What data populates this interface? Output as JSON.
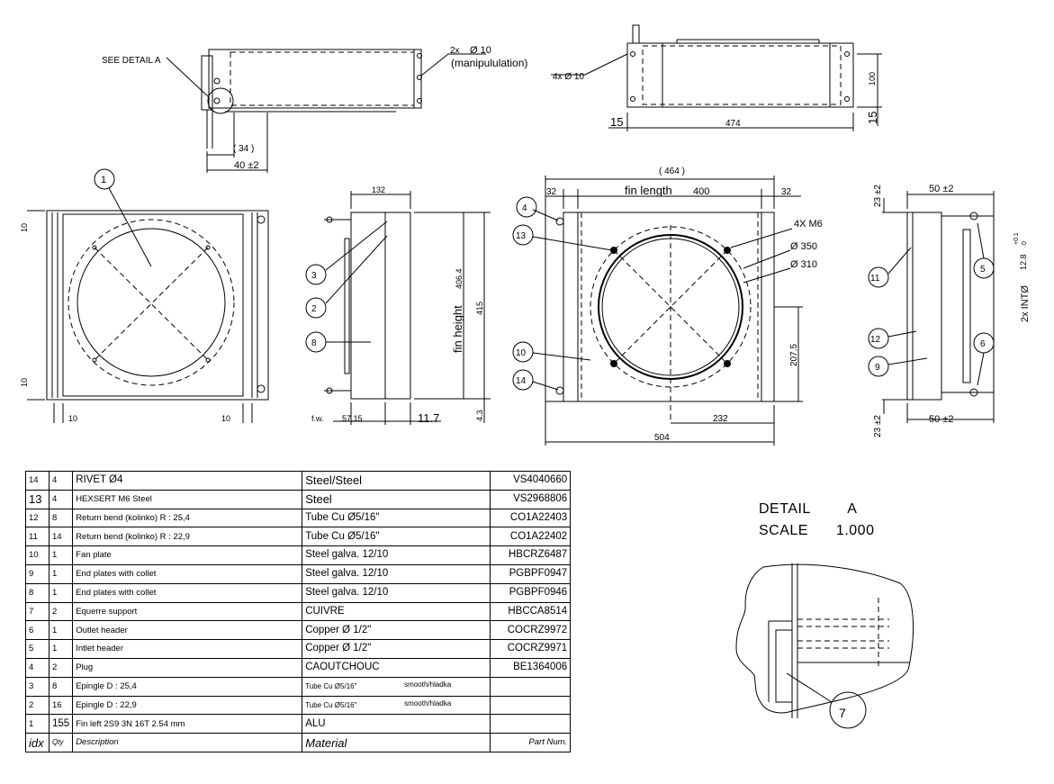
{
  "top_left_view": {
    "see_detail": "SEE DETAIL  A",
    "holes_count": "2x",
    "holes_dia": "Ø 10",
    "holes_note": "(manipululation)",
    "dim_34": "( 34 )",
    "dim_40": "40 ±2"
  },
  "top_right_view": {
    "holes": "4x    Ø 10",
    "dim_15a": "15",
    "dim_474": "474",
    "dim_100": "100",
    "dim_15b": "15"
  },
  "front_view": {
    "dim_10_top": "10",
    "dim_10_bottom": "10",
    "dim_10_left": "10",
    "dim_10_right": "10",
    "callout_1": "1"
  },
  "side_view": {
    "dim_132": "132",
    "fin_height": "fin height",
    "dim_406": "406.4",
    "dim_415": "415",
    "dim_4_3": "4.3",
    "fw": "f.w.",
    "dim_57": "57.15",
    "dim_11_7": "11.7",
    "callouts": [
      "3",
      "2",
      "8"
    ]
  },
  "fan_view": {
    "dim_464": "( 464 )",
    "fin_length": "fin length",
    "dim_400": "400",
    "dim_32a": "32",
    "dim_32b": "32",
    "bolts": "4X   M6",
    "dia_350": "Ø 350",
    "dia_310": "Ø 310",
    "dim_207": "207.5",
    "dim_232": "232",
    "dim_504": "504",
    "callouts": [
      "4",
      "13",
      "10",
      "14"
    ]
  },
  "end_view": {
    "dim_23_top": "23 ±2",
    "dim_50_top": "50 ±2",
    "dim_23_bottom": "23 ±2",
    "dim_50_bottom": "50 ±2",
    "int_label": "2x INTØ",
    "int_value": "12.8",
    "tol_plus": "+0.1",
    "tol_zero": "0",
    "callouts": [
      "11",
      "5",
      "12",
      "9",
      "6"
    ]
  },
  "detail": {
    "title": "DETAIL",
    "letter": "A",
    "scale_label": "SCALE",
    "scale_value": "1.000",
    "callout_7": "7"
  },
  "bom": [
    {
      "idx": "14",
      "qty": "4",
      "desc": "RIVET Ø4",
      "mat": "Steel/Steel",
      "note": "",
      "part": "VS4040660"
    },
    {
      "idx": "13",
      "qty": "4",
      "desc": "HEXSERT M6 Steel",
      "mat": "Steel",
      "note": "",
      "part": "VS2968806"
    },
    {
      "idx": "12",
      "qty": "8",
      "desc": "Return bend (kolinko) R : 25,4",
      "mat": "Tube Cu Ø5/16\"",
      "note": "",
      "part": "CO1A22403"
    },
    {
      "idx": "11",
      "qty": "14",
      "desc": "Return bend (kolinko) R : 22,9",
      "mat": "Tube Cu Ø5/16\"",
      "note": "",
      "part": "CO1A22402"
    },
    {
      "idx": "10",
      "qty": "1",
      "desc": "Fan plate",
      "mat": "Steel galva. 12/10",
      "note": "",
      "part": "HBCRZ6487"
    },
    {
      "idx": "9",
      "qty": "1",
      "desc": "End plates with collet",
      "mat": "Steel galva. 12/10",
      "note": "",
      "part": "PGBPF0947"
    },
    {
      "idx": "8",
      "qty": "1",
      "desc": "End plates with collet",
      "mat": "Steel galva. 12/10",
      "note": "",
      "part": "PGBPF0946"
    },
    {
      "idx": "7",
      "qty": "2",
      "desc": "Equerre support",
      "mat": "CUIVRE",
      "note": "",
      "part": "HBCCA8514"
    },
    {
      "idx": "6",
      "qty": "1",
      "desc": "Outlet header",
      "mat": "Copper Ø 1/2\"",
      "note": "",
      "part": "COCRZ9972"
    },
    {
      "idx": "5",
      "qty": "1",
      "desc": "Intlet header",
      "mat": "Copper Ø 1/2\"",
      "note": "",
      "part": "COCRZ9971"
    },
    {
      "idx": "4",
      "qty": "2",
      "desc": "Plug",
      "mat": "CAOUTCHOUC",
      "note": "",
      "part": "BE1364006"
    },
    {
      "idx": "3",
      "qty": "8",
      "desc": "Epingle D : 25,4",
      "mat": "Tube Cu Ø5/16\"",
      "note": "smooth/hladka",
      "part": ""
    },
    {
      "idx": "2",
      "qty": "16",
      "desc": "Epingle D : 22,9",
      "mat": "Tube Cu Ø5/16\"",
      "note": "smooth/hladka",
      "part": ""
    },
    {
      "idx": "1",
      "qty": "155",
      "desc": "Fin left 2S9 3N 16T 2.54 mm",
      "mat": "ALU",
      "note": "",
      "part": ""
    }
  ],
  "bom_header": {
    "idx": "idx",
    "qty": "Qty",
    "desc": "Description",
    "mat": "Material",
    "part": "Part Num."
  }
}
